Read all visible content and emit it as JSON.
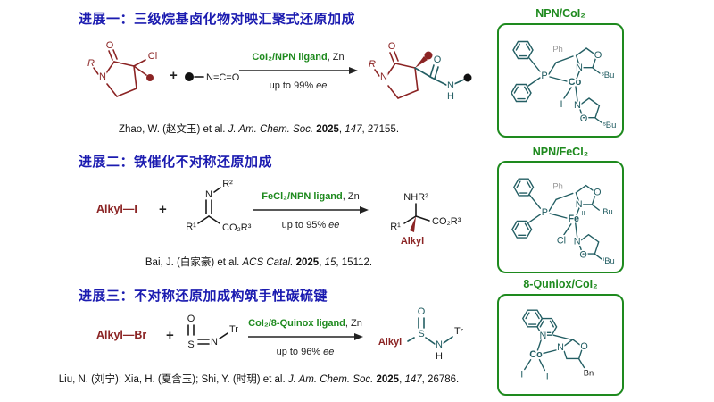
{
  "colors": {
    "heading_blue": "#1b1bb0",
    "green": "#1e8a1e",
    "dark_red": "#8b2424",
    "teal": "#235e63",
    "gray_ph": "#999999"
  },
  "sections": [
    {
      "heading": "进展一：三级烷基卤化物对映汇聚式还原加成",
      "plus": "+",
      "sm_labels": {
        "R": "R",
        "N": "N",
        "O": "O",
        "Cl": "Cl"
      },
      "reagent_text": "N=C=O",
      "conditions": {
        "green": "CoI₂/NPN ligand",
        "black": ", Zn",
        "ee_pre": "up to 99% ",
        "ee_word": "ee"
      },
      "product_labels": {
        "R": "R",
        "N": "N",
        "O": "O",
        "O2": "O",
        "N2": "N",
        "H": "H"
      },
      "citation": {
        "pre": "Zhao, W. (赵文玉) et al. ",
        "journal": "J. Am. Chem. Soc.",
        "sp": " ",
        "year": "2025",
        "c1": ", ",
        "volume": "147",
        "tail": ", 27155."
      }
    },
    {
      "heading": "进展二：铁催化不对称还原加成",
      "alkyl_halide": "Alkyl—I",
      "plus": "+",
      "sm_labels": {
        "N": "N",
        "R2": "R²",
        "R1": "R¹",
        "ester": "CO₂R³"
      },
      "conditions": {
        "green": "FeCl₂/NPN ligand",
        "black": ", Zn",
        "ee_pre": "up to 95% ",
        "ee_word": "ee"
      },
      "product_labels": {
        "NHR2": "NHR²",
        "R1": "R¹",
        "ester": "CO₂R³",
        "alkyl": "Alkyl"
      },
      "citation": {
        "pre": "Bai, J. (白家豪) et al. ",
        "journal": "ACS Catal.",
        "sp": " ",
        "year": "2025",
        "c1": ", ",
        "volume": "15",
        "tail": ", 15112."
      }
    },
    {
      "heading": "进展三：不对称还原加成构筑手性碳硫键",
      "alkyl_halide": "Alkyl—Br",
      "plus": "+",
      "sm_labels": {
        "O": "O",
        "S": "S",
        "N": "N",
        "Tr": "Tr"
      },
      "conditions": {
        "green": "CoI₂/8-Quinox ligand",
        "black": ", Zn",
        "ee_pre": "up to 96% ",
        "ee_word": "ee"
      },
      "product_labels": {
        "alkyl": "Alkyl",
        "S": "S",
        "O": "O",
        "N": "N",
        "H": "H",
        "Tr": "Tr"
      },
      "citation": {
        "pre": "Liu, N. (刘宁); Xia, H. (夏含玉); Shi, Y. (时玥) et al. ",
        "journal": "J. Am. Chem. Soc.",
        "sp": " ",
        "year": "2025",
        "c1": ", ",
        "volume": "147",
        "tail": ", 26786."
      }
    }
  ],
  "ligand_boxes": [
    {
      "title": "NPN/CoI₂",
      "atoms": {
        "P": "P",
        "Ph": "Ph",
        "M": "Co",
        "X": "I",
        "N1": "N",
        "O1": "O",
        "sub1": "ˢBu",
        "N2": "N",
        "O2": "O",
        "sub2": "ˢBu"
      }
    },
    {
      "title": "NPN/FeCl₂",
      "atoms": {
        "P": "P",
        "Ph": "Ph",
        "M": "Fe",
        "M_sup": "II",
        "X": "Cl",
        "N1": "N",
        "O1": "O",
        "sub1": "ⁱBu",
        "N2": "N",
        "O2": "O",
        "sub2": "ⁱBu"
      }
    },
    {
      "title": "8-Quniox/CoI₂",
      "atoms": {
        "Nq": "N",
        "M": "Co",
        "X1": "I",
        "X2": "I",
        "N1": "N",
        "O1": "O",
        "Bn": "Bn"
      }
    }
  ]
}
